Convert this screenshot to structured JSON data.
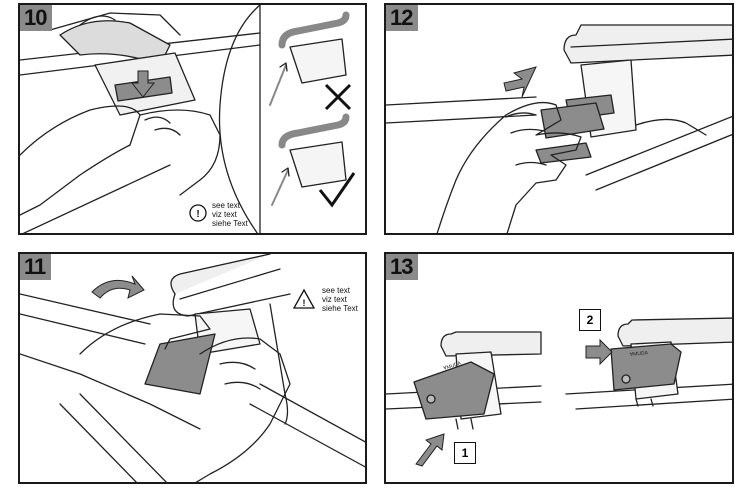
{
  "steps": [
    {
      "number": "10",
      "note": {
        "lines": [
          "see text",
          "viz text",
          "siehe Text"
        ],
        "icon": "info-circle-icon"
      }
    },
    {
      "number": "12"
    },
    {
      "number": "11",
      "note": {
        "lines": [
          "see text",
          "viz text",
          "siehe Text"
        ],
        "icon": "warning-triangle-icon"
      }
    },
    {
      "number": "13",
      "callouts": [
        "1",
        "2"
      ],
      "brand_mark": "ⱯMUDA"
    }
  ],
  "colors": {
    "border": "#1a1a1a",
    "step_badge": "#8a8a8a",
    "part_grey": "#8c8c8c",
    "line": "#222222"
  }
}
